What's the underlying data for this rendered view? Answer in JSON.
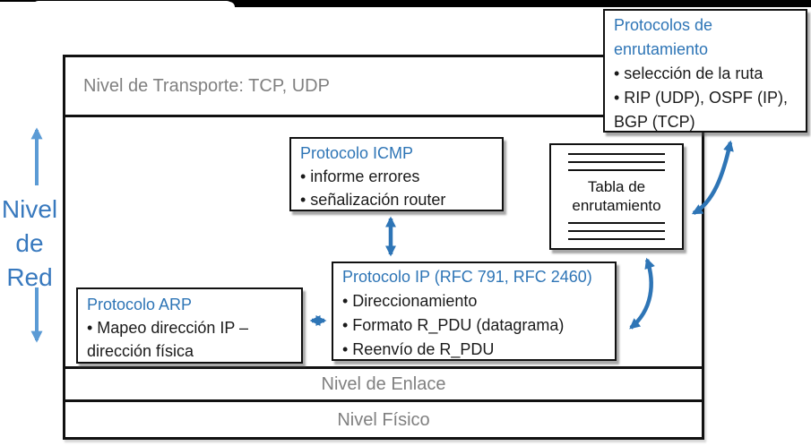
{
  "side_label": {
    "lines": [
      "Nivel",
      "de",
      "Red"
    ]
  },
  "transport_row": {
    "label": "Nivel de Transporte: TCP, UDP"
  },
  "link_row": {
    "label": "Nivel de Enlace"
  },
  "physical_row": {
    "label": "Nivel Físico"
  },
  "icmp_box": {
    "title": "Protocolo ICMP",
    "bullet_1": "• informe errores",
    "bullet_2": "• señalización router"
  },
  "routing_protocols_box": {
    "title_line_1": "Protocolos de",
    "title_line_2": "enrutamiento",
    "bullet_1": "• selección de la ruta",
    "bullet_2": "• RIP (UDP), OSPF (IP),",
    "bullet_2_cont": "BGP (TCP)"
  },
  "routing_table_box": {
    "line_1": "Tabla de",
    "line_2": "enrutamiento"
  },
  "ip_box": {
    "title": "Protocolo IP (RFC 791, RFC 2460)",
    "bullet_1": "• Direccionamiento",
    "bullet_2": "• Formato R_PDU (datagrama)",
    "bullet_3": "• Reenvío de R_PDU"
  },
  "arp_box": {
    "title": "Protocolo ARP",
    "bullet_1": "• Mapeo dirección IP –",
    "bullet_1_cont": "dirección física"
  },
  "colors": {
    "title_blue": "#2E75B6",
    "side_label_blue": "#3879BE",
    "side_arrow_blue": "#5B9BD5",
    "connector_blue": "#2E75B6",
    "gray_text": "#808080",
    "border_black": "#111111"
  }
}
